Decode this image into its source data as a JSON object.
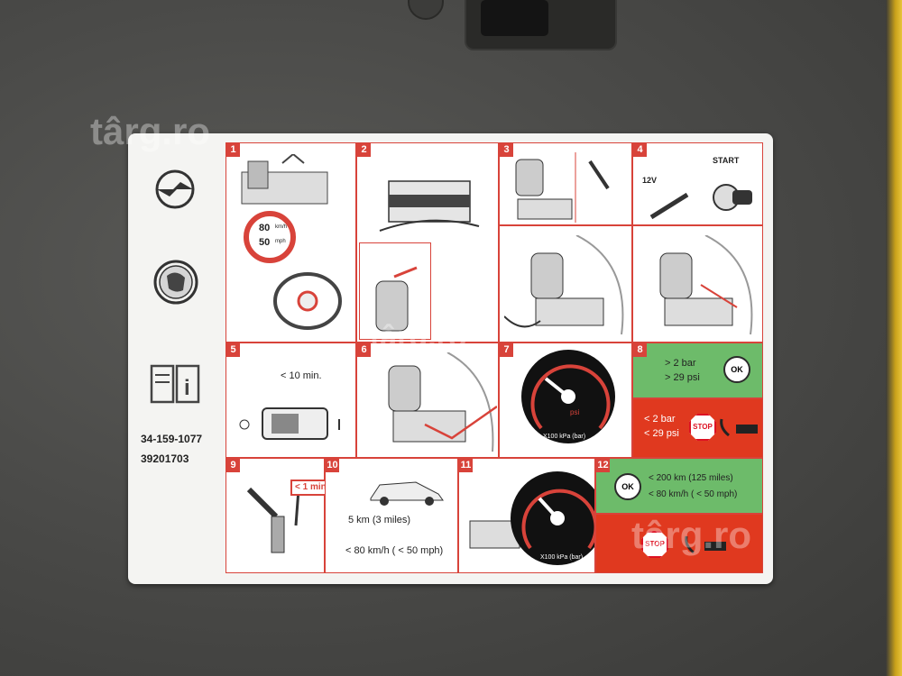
{
  "watermark": {
    "text": "târg.ro"
  },
  "label": {
    "logo": "opel-logo-icon",
    "part_number_1": "34-159-1077",
    "part_number_2": "39201703",
    "steps": {
      "s1": "1",
      "s2": "2",
      "s3": "3",
      "s4": "4",
      "s5": "5",
      "s6": "6",
      "s7": "7",
      "s8": "8",
      "s9": "9",
      "s10": "10",
      "s11": "11",
      "s12": "12"
    },
    "speed_sign_top": "80",
    "speed_sign_top_unit": "km/h",
    "speed_sign_bottom": "50",
    "speed_sign_bottom_unit": "mph",
    "step4_voltage": "12V",
    "step4_start": "START",
    "step5_time": "< 10 min.",
    "step7_gauge_unit": "X100 kPa (bar)",
    "step7_gauge_psi": "psi",
    "step8_ok_line1": "> 2 bar",
    "step8_ok_line2": "> 29 psi",
    "step8_ok_badge": "OK",
    "step8_stop_line1": "< 2 bar",
    "step8_stop_line2": "< 29 psi",
    "step8_stop_badge": "STOP",
    "step9_time": "< 1 min.",
    "step10_distance": "5 km (3 miles)",
    "step10_speed": "< 80 km/h ( < 50 mph)",
    "step11_gauge_unit": "X100 kPa (bar)",
    "step12_ok_line1": "< 200 km (125 miles)",
    "step12_ok_line2": "< 80 km/h ( < 50 mph)",
    "step12_ok_badge": "OK",
    "step12_stop_badge": "STOP"
  }
}
